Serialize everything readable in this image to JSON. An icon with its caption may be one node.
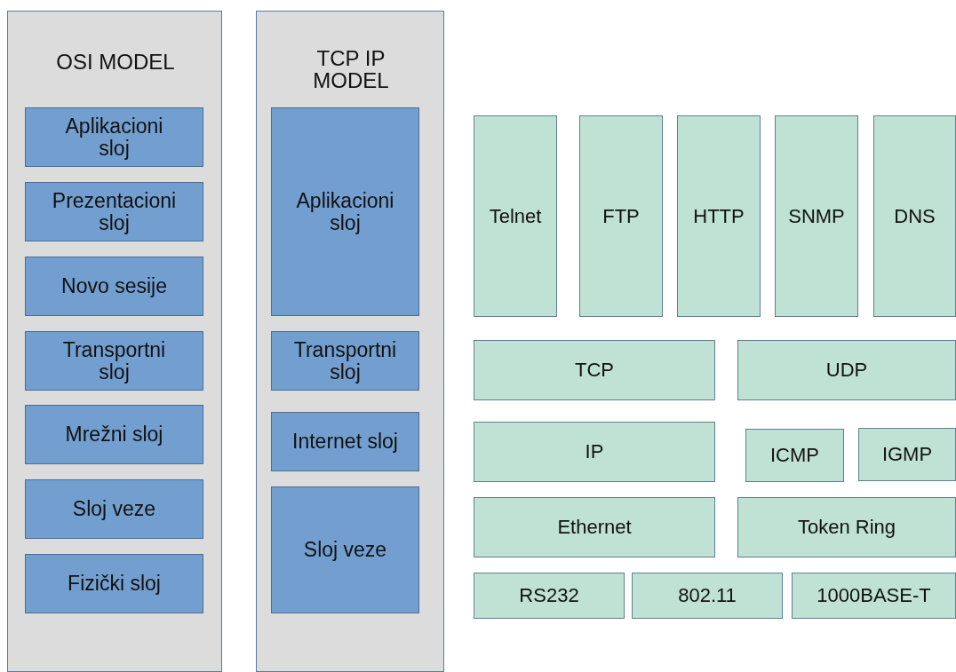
{
  "diagram": {
    "nodes": [
      {
        "text": [
          "OSI MODEL"
        ]
      },
      {
        "text": [
          "Aplikacioni sloj"
        ],
        "in": 0
      },
      {
        "text": [
          "Prezentacioni sloj"
        ],
        "in": 0
      },
      {
        "text": [
          "Novo sesije"
        ],
        "in": 0
      },
      {
        "text": [
          "Transportni sloj"
        ],
        "in": 0
      },
      {
        "text": [
          "Mrežni sloj"
        ],
        "in": 0
      },
      {
        "text": [
          "Sloj veze"
        ],
        "in": 0
      },
      {
        "text": [
          "Fizički sloj"
        ],
        "in": 0
      },
      {
        "text": [
          "TCP IP MODEL"
        ]
      },
      {
        "text": [
          "Aplikacioni sloj"
        ],
        "in": 8
      },
      {
        "text": [
          "Transportni sloj"
        ],
        "in": 8
      },
      {
        "text": [
          "Internet sloj"
        ],
        "in": 8
      },
      {
        "text": [
          "Sloj veze"
        ],
        "in": 8
      },
      {
        "text": [
          "Telnet"
        ]
      },
      {
        "text": [
          "FTP"
        ]
      },
      {
        "text": [
          "HTTP"
        ]
      },
      {
        "text": [
          "SNMP"
        ]
      },
      {
        "text": [
          "DNS"
        ]
      },
      {
        "text": [
          "TCP"
        ]
      },
      {
        "text": [
          "UDP"
        ]
      },
      {
        "text": [
          "IP"
        ]
      },
      {
        "text": [
          "ICMP"
        ]
      },
      {
        "text": [
          "IGMP"
        ]
      },
      {
        "text": [
          "Ethernet"
        ]
      },
      {
        "text": [
          "Token Ring"
        ]
      },
      {
        "text": [
          "RS232"
        ]
      },
      {
        "text": [
          "802.11"
        ]
      },
      {
        "text": [
          "1000BASE-T"
        ]
      }
    ]
  }
}
